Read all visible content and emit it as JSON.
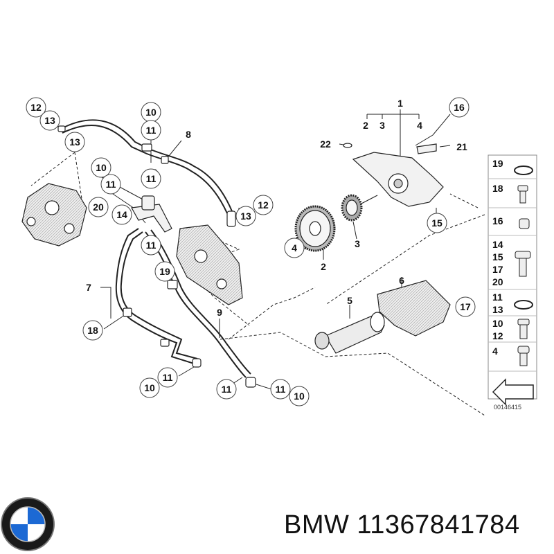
{
  "diagram": {
    "figure_id": "00146415",
    "callouts": {
      "c_12a": "12",
      "c_13a": "13",
      "c_13b": "13",
      "c_10a": "10",
      "c_11a": "11",
      "c_8": "8",
      "c_10b": "10",
      "c_11b": "11",
      "c_20": "20",
      "c_14": "14",
      "c_11c": "11",
      "c_13c": "13",
      "c_12b": "12",
      "c_19": "19",
      "c_7": "7",
      "c_9": "9",
      "c_18": "18",
      "c_10c": "10",
      "c_11d": "11",
      "c_11e": "11",
      "c_11f": "11",
      "c_10d": "10",
      "c_1": "1",
      "c_2a": "2",
      "c_3a": "3",
      "c_4a": "4",
      "c_16": "16",
      "c_22": "22",
      "c_21": "21",
      "c_15": "15",
      "c_4b": "4",
      "c_3b": "3",
      "c_2b": "2",
      "c_5": "5",
      "c_6": "6",
      "c_17": "17"
    },
    "parts_legend": [
      {
        "labels": [
          "19"
        ],
        "icon": "seal-ring-icon"
      },
      {
        "labels": [
          "18"
        ],
        "icon": "bolt-icon"
      },
      {
        "labels": [
          "16"
        ],
        "icon": "sleeve-icon"
      },
      {
        "labels": [
          "14",
          "15",
          "17",
          "20"
        ],
        "icon": "hex-bolt-icon"
      },
      {
        "labels": [
          "11",
          "13"
        ],
        "icon": "seal-ring-icon"
      },
      {
        "labels": [
          "10",
          "12"
        ],
        "icon": "banjo-bolt-icon"
      },
      {
        "labels": [
          "4"
        ],
        "icon": "socket-bolt-icon"
      }
    ]
  },
  "footer": {
    "brand_logo": "BMW",
    "part_text": "BMW 11367841784"
  },
  "colors": {
    "line": "#222222",
    "part_fill": "#f2f2f2",
    "shade": "#9a9a9a"
  }
}
